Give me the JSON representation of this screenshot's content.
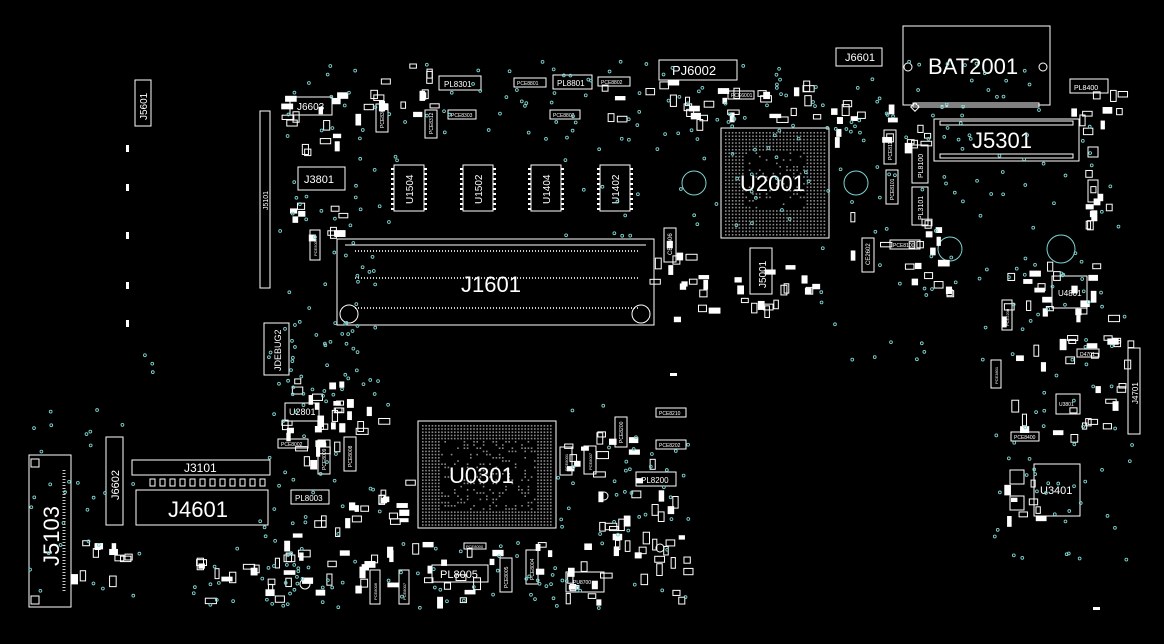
{
  "components": {
    "bat2001": "BAT2001",
    "j5301": "J5301",
    "u2001": "U2001",
    "j1601": "J1601",
    "u0301": "U0301",
    "j4601": "J4601",
    "j5103": "J5103",
    "pj6002": "PJ6002",
    "j6601": "J6601",
    "j5601": "J5601",
    "j6603": "J6603",
    "j3801": "J3801",
    "j5101": "J5101",
    "u1504": "U1504",
    "u1502": "U1502",
    "u1404": "U1404",
    "u1402": "U1402",
    "jdebug2": "JDEBUG2",
    "u2801": "U2801",
    "j3101": "J3101",
    "j6602": "J6602",
    "pl8301": "PL8301",
    "pl8801": "PL8801",
    "pl8003": "PL8003",
    "pl8005": "PL8005",
    "pl8200": "PL8200",
    "pl8400": "PL8400",
    "pl8100": "PL8100",
    "pl3101": "PL3101",
    "j5001": "J5001",
    "u4801": "U4801",
    "u3401": "U3401",
    "j4701": "J4701",
    "u3801": "U3801",
    "ce1606": "CE1606",
    "ce2602": "CE2602",
    "pce8110": "PCE8110",
    "pce8101": "PCE8101",
    "pce8306": "PCE8306",
    "pce8312": "PCE8312",
    "pce8002": "PCE8002",
    "pce8009": "PCE8009",
    "pce8008": "PCE8008",
    "pce8801": "PCE8801",
    "pce8802": "PCE8802",
    "pce8303": "PCE8303",
    "pce8802b": "PCE8802",
    "pce6001": "PCE6001",
    "pce8210": "PCE8210",
    "pce8202": "PCE8202",
    "pce8200": "PCE8200",
    "pce8001": "PCE8001",
    "pce8006": "PCE8006",
    "pce8007": "PCE8007",
    "pce8005": "PCE8005",
    "pce8004": "PCE8004",
    "pce8007b": "PCE8007",
    "pu8700": "PU8700",
    "pce3801": "PCE3801",
    "pce8000": "PCE8000",
    "pce8100": "PCE8100",
    "pce5001": "PCE5001",
    "pce2200": "PCE2200",
    "pce8400": "PCE8400",
    "d4701": "D4701"
  },
  "colors": {
    "background": "#000000",
    "outline": "#ffffff",
    "testpoint": "#7fd3d0",
    "bga_ball": "#8a8a8a"
  }
}
